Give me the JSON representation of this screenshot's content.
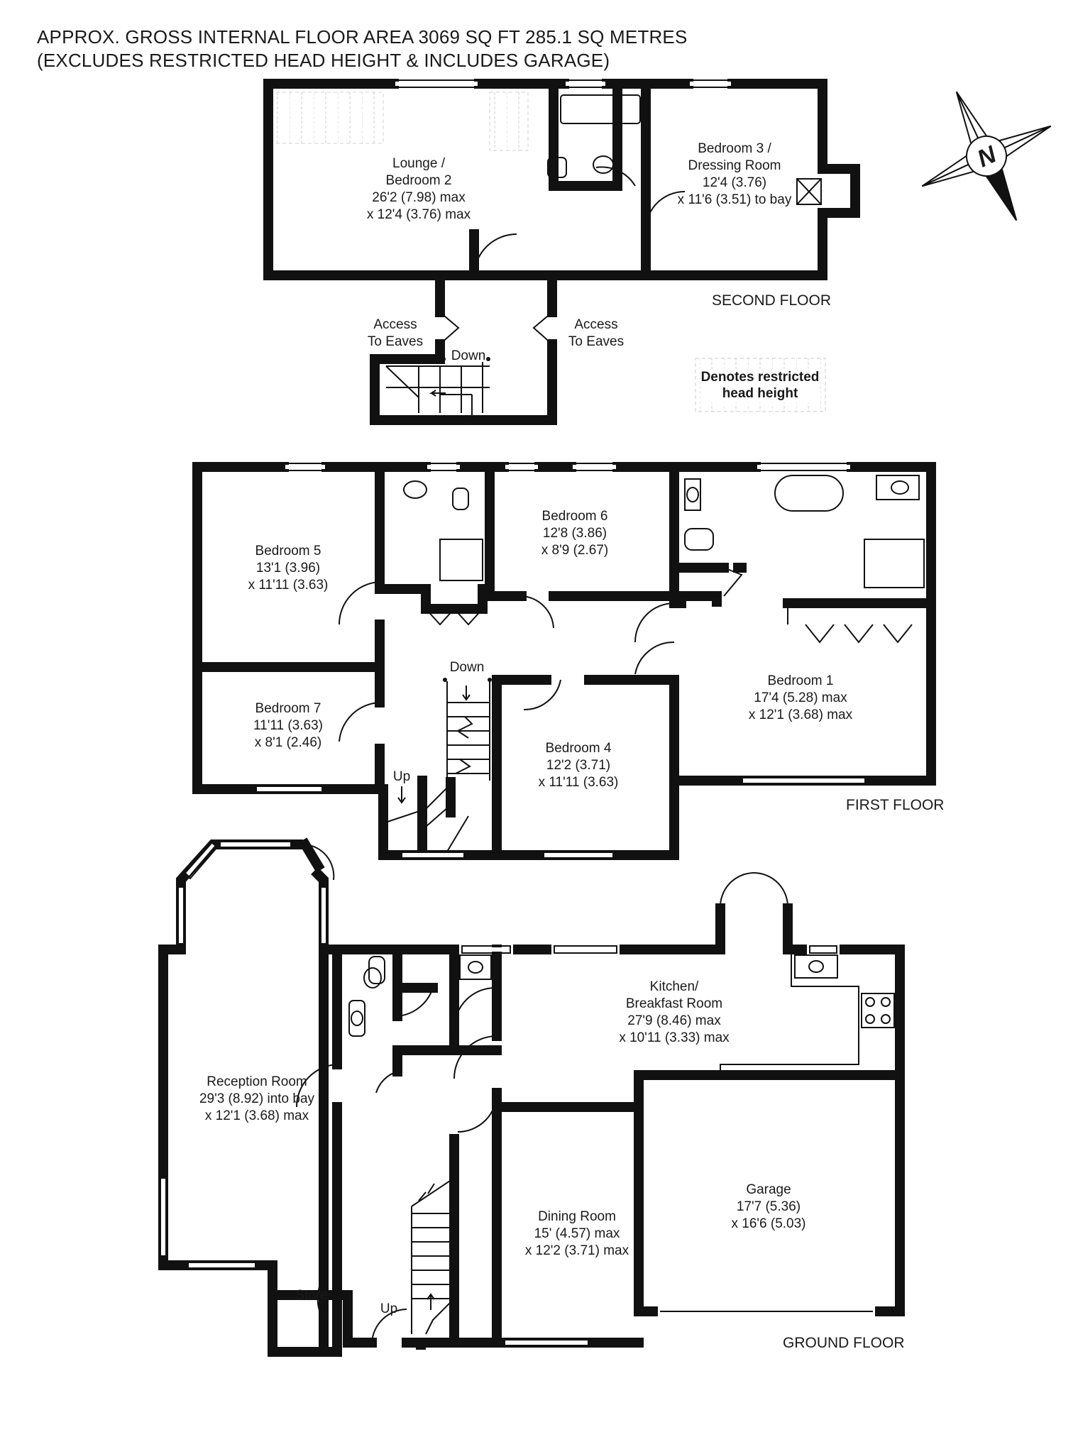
{
  "header": {
    "line1": "APPROX. GROSS INTERNAL FLOOR AREA 3069 SQ FT 285.1 SQ METRES",
    "line2": "(EXCLUDES RESTRICTED HEAD HEIGHT & INCLUDES GARAGE)"
  },
  "compass": {
    "letter": "N"
  },
  "legend": {
    "line1": "Denotes restricted",
    "line2": "head height"
  },
  "floors": {
    "second": "SECOND FLOOR",
    "first": "FIRST FLOOR",
    "ground": "GROUND FLOOR"
  },
  "second_floor": {
    "lounge": {
      "l1": "Lounge /",
      "l2": "Bedroom 2",
      "l3": "26'2 (7.98) max",
      "l4": "x 12'4 (3.76) max"
    },
    "bed3": {
      "l1": "Bedroom 3 /",
      "l2": "Dressing Room",
      "l3": "12'4 (3.76)",
      "l4": "x 11'6 (3.51) to bay"
    },
    "eaves_left": {
      "l1": "Access",
      "l2": "To Eaves"
    },
    "eaves_right": {
      "l1": "Access",
      "l2": "To Eaves"
    },
    "down": "Down"
  },
  "first_floor": {
    "bed5": {
      "l1": "Bedroom 5",
      "l2": "13'1 (3.96)",
      "l3": "x 11'11 (3.63)"
    },
    "bed6": {
      "l1": "Bedroom 6",
      "l2": "12'8 (3.86)",
      "l3": "x 8'9 (2.67)"
    },
    "bed1": {
      "l1": "Bedroom 1",
      "l2": "17'4 (5.28) max",
      "l3": "x 12'1 (3.68) max"
    },
    "bed7": {
      "l1": "Bedroom 7",
      "l2": "11'11 (3.63)",
      "l3": "x 8'1 (2.46)"
    },
    "bed4": {
      "l1": "Bedroom 4",
      "l2": "12'2 (3.71)",
      "l3": "x 11'11 (3.63)"
    },
    "down": "Down",
    "up": "Up"
  },
  "ground_floor": {
    "reception": {
      "l1": "Reception Room",
      "l2": "29'3 (8.92) into bay",
      "l3": "x 12'1 (3.68) max"
    },
    "kitchen": {
      "l1": "Kitchen/",
      "l2": "Breakfast Room",
      "l3": "27'9 (8.46) max",
      "l4": "x 10'11 (3.33) max"
    },
    "garage": {
      "l1": "Garage",
      "l2": "17'7 (5.36)",
      "l3": "x 16'6 (5.03)"
    },
    "dining": {
      "l1": "Dining Room",
      "l2": "15' (4.57) max",
      "l3": "x 12'2 (3.71) max"
    },
    "store": "Store",
    "up": "Up"
  }
}
